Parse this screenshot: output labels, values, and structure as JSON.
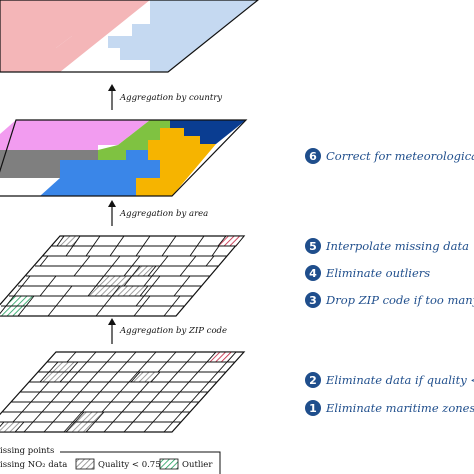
{
  "arrows": [
    {
      "label": "Aggregation by country"
    },
    {
      "label": "Aggregation by area"
    },
    {
      "label": "Aggregation by ZIP code"
    }
  ],
  "steps": [
    {
      "number": "6",
      "text": "Correct for meteorological"
    },
    {
      "number": "5",
      "text": "Interpolate missing data"
    },
    {
      "number": "4",
      "text": "Eliminate outliers"
    },
    {
      "number": "3",
      "text": "Drop ZIP code if too many"
    },
    {
      "number": "2",
      "text": "Eliminate data if quality <"
    },
    {
      "number": "1",
      "text": "Eliminate maritime zones"
    }
  ],
  "legend": {
    "title": "issing points",
    "items": [
      {
        "label": "issing NO₂ data"
      },
      {
        "label": "Quality < 0.75"
      },
      {
        "label": "Outlier"
      }
    ]
  },
  "colors": {
    "country_a": "#f4b6b8",
    "country_b": "#c5d9f1",
    "area_pink": "#f29cf0",
    "area_green": "#7fc241",
    "area_navy": "#0a3d91",
    "area_gray": "#7f7f7f",
    "area_blue": "#3a86e8",
    "area_orange": "#f6b400",
    "quality_hatch": "#888888",
    "missing_hatch": "#c41e3a",
    "outlier_hatch": "#1b9e5a",
    "step_circle": "#1f4e8c"
  }
}
